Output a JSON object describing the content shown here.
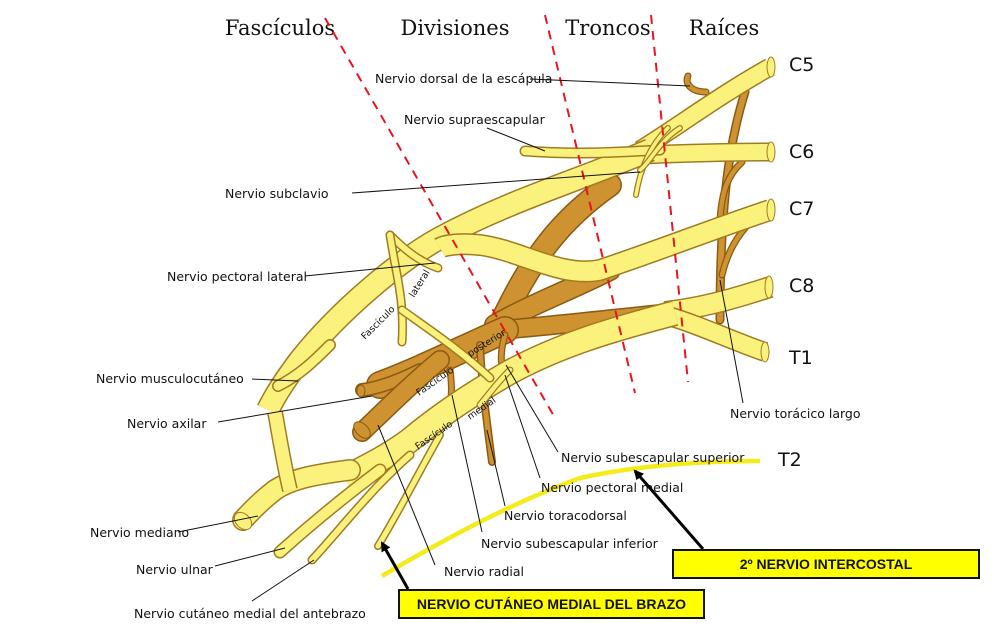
{
  "headers": {
    "fasciculos": "Fascículos",
    "divisiones": "Divisiones",
    "troncos": "Troncos",
    "raices": "Raíces"
  },
  "roots": [
    "C5",
    "C6",
    "C7",
    "C8",
    "T1",
    "T2"
  ],
  "labels": {
    "dorsal_escapula": "Nervio dorsal de la escápula",
    "supraescapular": "Nervio supraescapular",
    "subclavio": "Nervio subclavio",
    "pectoral_lateral": "Nervio pectoral lateral",
    "musculocutaneo": "Nervio musculocutáneo",
    "axilar": "Nervio axilar",
    "mediano": "Nervio mediano",
    "ulnar": "Nervio ulnar",
    "cutaneo_antebrazo": "Nervio cutáneo medial del antebrazo",
    "radial": "Nervio radial",
    "subescapular_inferior": "Nervio subescapular inferior",
    "toracodorsal": "Nervio toracodorsal",
    "pectoral_medial": "Nervio pectoral medial",
    "subescapular_superior": "Nervio subescapular superior",
    "toracico_largo": "Nervio torácico largo"
  },
  "cords": {
    "lateral_a": "Fascículo",
    "lateral_b": "lateral",
    "posterior_a": "Fascículo",
    "posterior_b": "posterior",
    "medial_a": "Fascículo",
    "medial_b": "medial"
  },
  "callouts": {
    "intercostal": "2º NERVIO INTERCOSTAL",
    "cutaneo_brazo": "NERVIO CUTÁNEO MEDIAL DEL BRAZO"
  },
  "colors": {
    "nerve_yellow": "#fbf27e",
    "nerve_brown": "#cf9231",
    "division_line": "#e8141e",
    "highlight": "#ffff00",
    "t2_nerve": "#f5ea1a"
  }
}
